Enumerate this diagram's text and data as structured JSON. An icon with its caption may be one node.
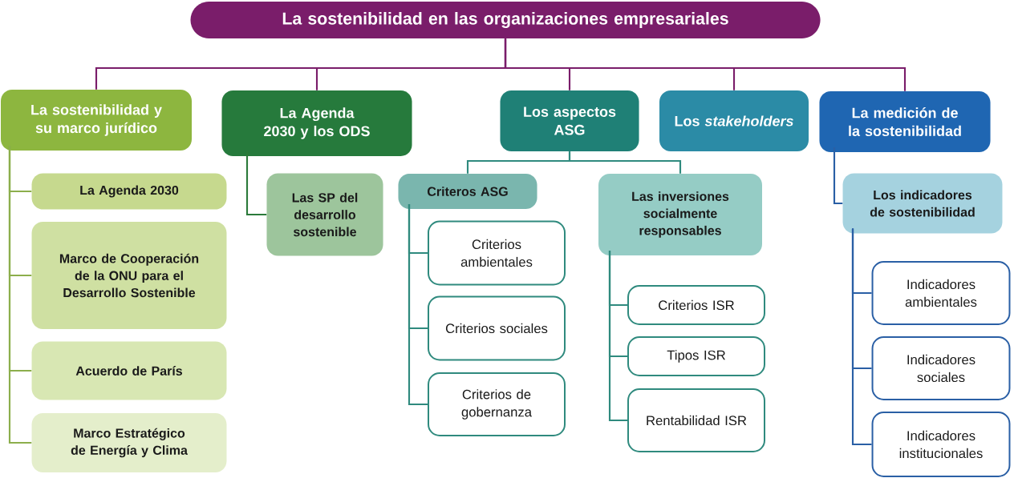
{
  "diagram": {
    "nodes": [
      {
        "text": [
          "La sostenibilidad en las organizaciones empresariales"
        ]
      },
      {
        "text": [
          "La sostenibilidad y su marco jurídico"
        ]
      },
      {
        "text": [
          "La Agenda 2030 y los ODS"
        ]
      },
      {
        "text": [
          "Los aspectos ASG"
        ]
      },
      {
        "text": [
          "Los *stakeholders*"
        ]
      },
      {
        "text": [
          "La medición de la sostenibilidad"
        ]
      },
      {
        "text": [
          "La Agenda 2030"
        ]
      },
      {
        "text": [
          "Marco de Cooperación de la ONU para el Desarrollo Sostenible"
        ]
      },
      {
        "text": [
          "Acuerdo de París"
        ]
      },
      {
        "text": [
          "Marco Estratégico de Energía y Clima"
        ]
      },
      {
        "text": [
          "Las SP del desarrollo sostenible"
        ]
      },
      {
        "text": [
          "Criteros ASG"
        ]
      },
      {
        "text": [
          "Las inversiones socialmente responsables"
        ]
      },
      {
        "text": [
          "Criterios ambientales"
        ]
      },
      {
        "text": [
          "Criterios sociales"
        ]
      },
      {
        "text": [
          "Criterios de gobernanza"
        ]
      },
      {
        "text": [
          "Criterios ISR"
        ]
      },
      {
        "text": [
          "Tipos ISR"
        ]
      },
      {
        "text": [
          "Rentabilidad ISR"
        ]
      },
      {
        "text": [
          "Los indicadores de sostenibilidad"
        ]
      },
      {
        "text": [
          "Indicadores ambientales"
        ]
      },
      {
        "text": [
          "Indicadores sociales"
        ]
      },
      {
        "text": [
          "Indicadores institucionales"
        ]
      }
    ],
    "edges": [
      {
        "from": 0,
        "to": 1,
        "arrow": "none",
        "color": "#7a1d6a"
      },
      {
        "from": 0,
        "to": 2,
        "arrow": "none",
        "color": "#7a1d6a"
      },
      {
        "from": 0,
        "to": 3,
        "arrow": "none",
        "color": "#7a1d6a"
      },
      {
        "from": 0,
        "to": 4,
        "arrow": "none",
        "color": "#7a1d6a"
      },
      {
        "from": 0,
        "to": 5,
        "arrow": "none",
        "color": "#7a1d6a"
      },
      {
        "from": 1,
        "to": 6,
        "arrow": "none",
        "color": "#8cae4c"
      },
      {
        "from": 1,
        "to": 7,
        "arrow": "none",
        "color": "#8cae4c"
      },
      {
        "from": 1,
        "to": 8,
        "arrow": "none",
        "color": "#8cae4c"
      },
      {
        "from": 1,
        "to": 9,
        "arrow": "none",
        "color": "#8cae4c"
      },
      {
        "from": 2,
        "to": 10,
        "arrow": "none",
        "color": "#2b7a3a"
      },
      {
        "from": 3,
        "to": 11,
        "arrow": "none"
      },
      {
        "from": 3,
        "to": 12,
        "arrow": "none"
      },
      {
        "from": 11,
        "to": 13,
        "arrow": "none"
      },
      {
        "from": 11,
        "to": 14,
        "arrow": "none"
      },
      {
        "from": 11,
        "to": 15,
        "arrow": "none"
      },
      {
        "from": 12,
        "to": 16,
        "arrow": "none"
      },
      {
        "from": 12,
        "to": 17,
        "arrow": "none"
      },
      {
        "from": 12,
        "to": 18,
        "arrow": "none"
      },
      {
        "from": 5,
        "to": 19,
        "arrow": "none",
        "color": "#2a5fa5"
      },
      {
        "from": 19,
        "to": 20,
        "arrow": "none",
        "color": "#2a5fa5"
      },
      {
        "from": 19,
        "to": 21,
        "arrow": "none",
        "color": "#2a5fa5"
      },
      {
        "from": 19,
        "to": 22,
        "arrow": "none",
        "color": "#2a5fa5"
      }
    ]
  }
}
